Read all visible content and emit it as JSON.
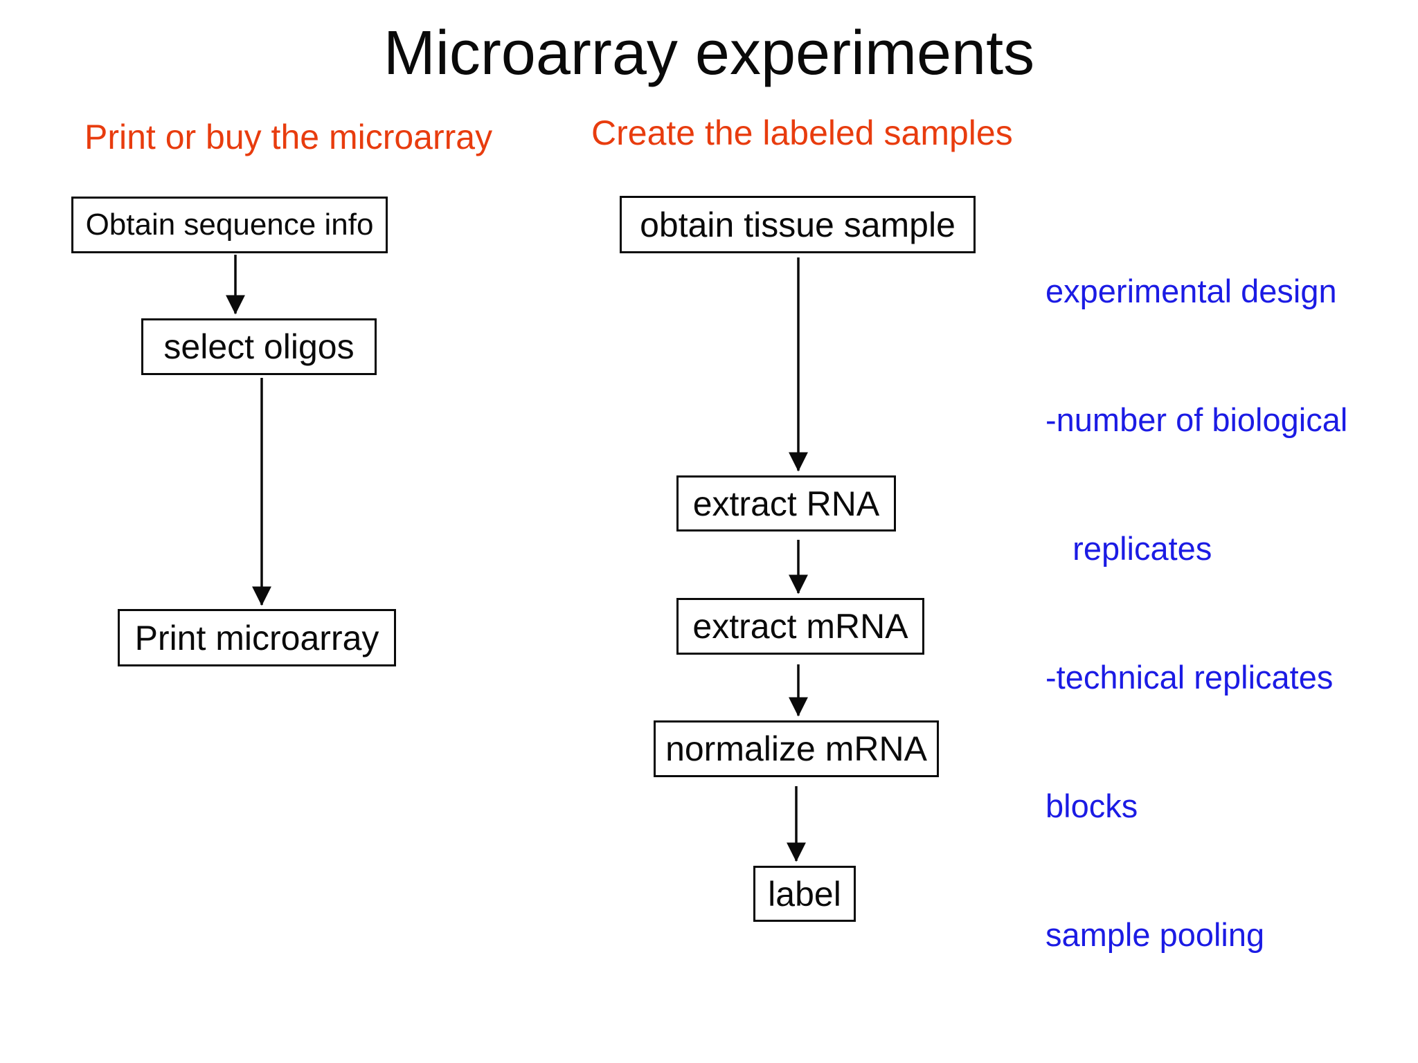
{
  "slide": {
    "title": "Microarray experiments"
  },
  "colors": {
    "background": "#ffffff",
    "text": "#0a0a0a",
    "heading": "#e83c0e",
    "notes": "#1b1be4",
    "box_border": "#0a0a0a"
  },
  "columns": {
    "left": {
      "heading": "Print or buy the microarray",
      "steps": [
        "Obtain sequence info",
        "select oligos",
        "Print microarray"
      ]
    },
    "middle": {
      "heading": "Create the labeled samples",
      "steps": [
        "obtain tissue sample",
        "extract RNA",
        "extract mRNA",
        "normalize mRNA",
        "label"
      ]
    }
  },
  "notes": {
    "lines": [
      "experimental design",
      "-number of biological",
      "   replicates",
      "-technical replicates",
      "blocks",
      "sample pooling"
    ]
  }
}
